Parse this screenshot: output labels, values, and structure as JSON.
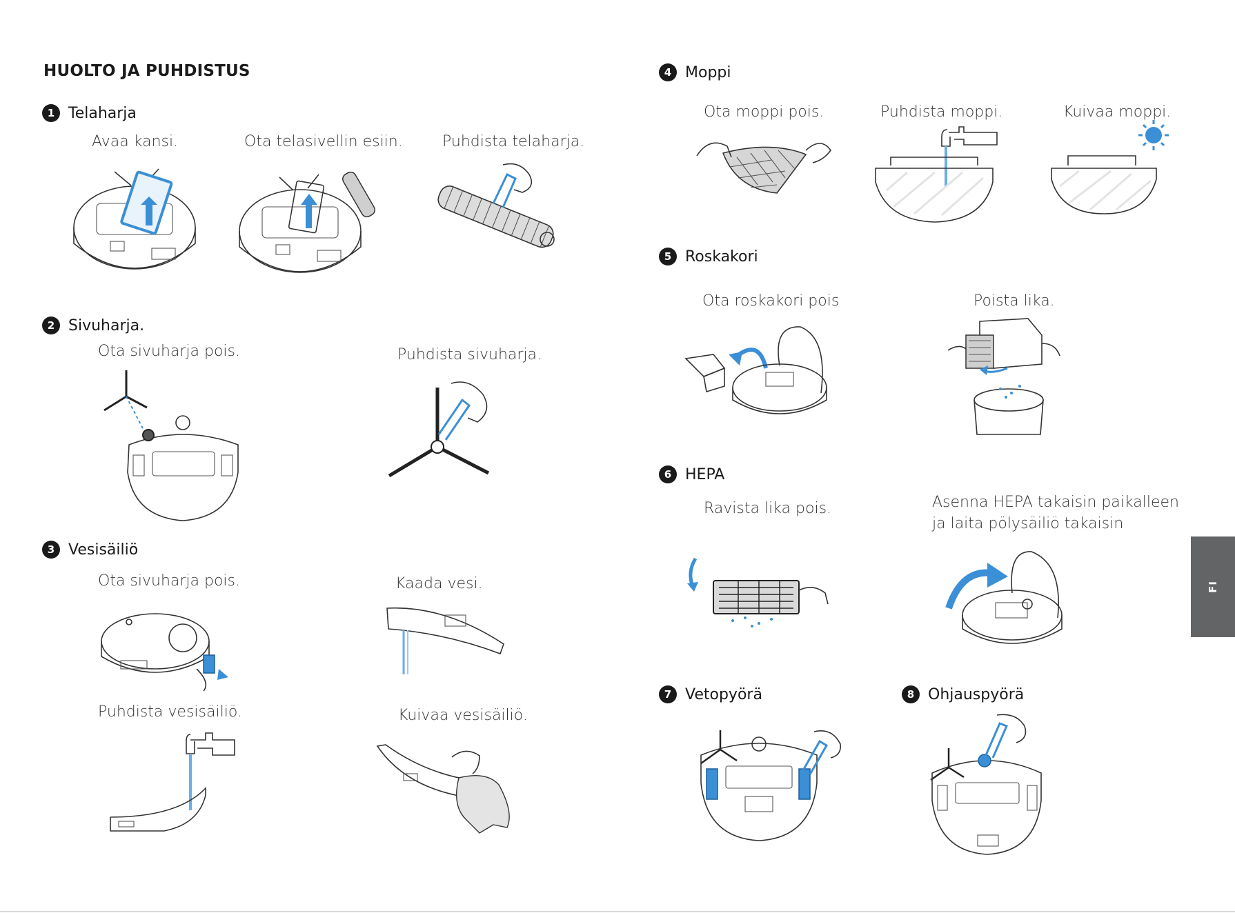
{
  "page_title": "HUOLTO JA PUHDISTUS",
  "side_tab": "FI",
  "sections": [
    {
      "number": "1",
      "title": "Telaharja",
      "captions": [
        "Avaa kansi.",
        "Ota telasivellin esiin.",
        "Puhdista telaharja."
      ]
    },
    {
      "number": "2",
      "title": "Sivuharja.",
      "captions": [
        "Ota sivuharja pois.",
        "Puhdista sivuharja."
      ]
    },
    {
      "number": "3",
      "title": "Vesisäiliö",
      "captions": [
        "Ota sivuharja pois.",
        "Kaada vesi.",
        "Puhdista vesisäiliö.",
        "Kuivaa vesisäiliö."
      ]
    },
    {
      "number": "4",
      "title": "Moppi",
      "captions": [
        "Ota moppi pois.",
        "Puhdista moppi.",
        "Kuivaa moppi."
      ]
    },
    {
      "number": "5",
      "title": "Roskakori",
      "captions": [
        "Ota roskakori pois",
        "Poista lika."
      ]
    },
    {
      "number": "6",
      "title": "HEPA",
      "captions": [
        "Ravista lika pois.",
        "Asenna HEPA takaisin paikalleen",
        "ja laita pölysäiliö takaisin"
      ]
    },
    {
      "number": "7",
      "title": "Vetopyörä",
      "captions": []
    },
    {
      "number": "8",
      "title": "Ohjauspyörä",
      "captions": []
    }
  ],
  "colors": {
    "accent_blue": "#3a8fd6",
    "tab_gray": "#636466",
    "text": "#1a1a1a"
  }
}
